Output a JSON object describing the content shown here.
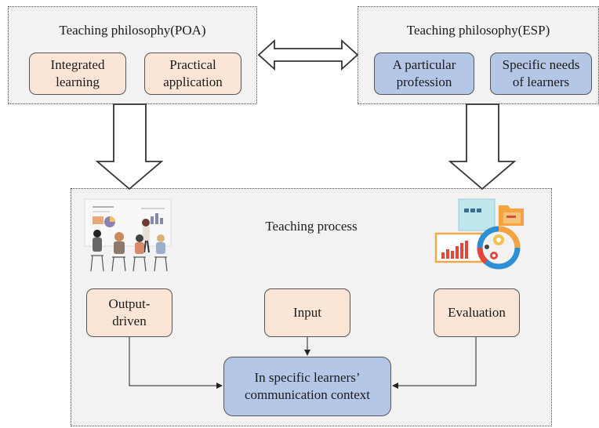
{
  "poa": {
    "title": "Teaching philosophy(POA)",
    "items": [
      "Integrated\nlearning",
      "Practical\napplication"
    ]
  },
  "esp": {
    "title": "Teaching philosophy(ESP)",
    "items": [
      "A particular\nprofession",
      "Specific needs\nof learners"
    ]
  },
  "process": {
    "title": "Teaching process",
    "steps": [
      "Output-\ndriven",
      "Input",
      "Evaluation"
    ],
    "center": "In specific learners’\ncommunication context"
  },
  "colors": {
    "panel_bg": "#f2f2f2",
    "peach": "#fbe5d6",
    "blue": "#b4c7e7"
  },
  "icons": [
    "classroom-illustration",
    "analytics-illustration"
  ]
}
